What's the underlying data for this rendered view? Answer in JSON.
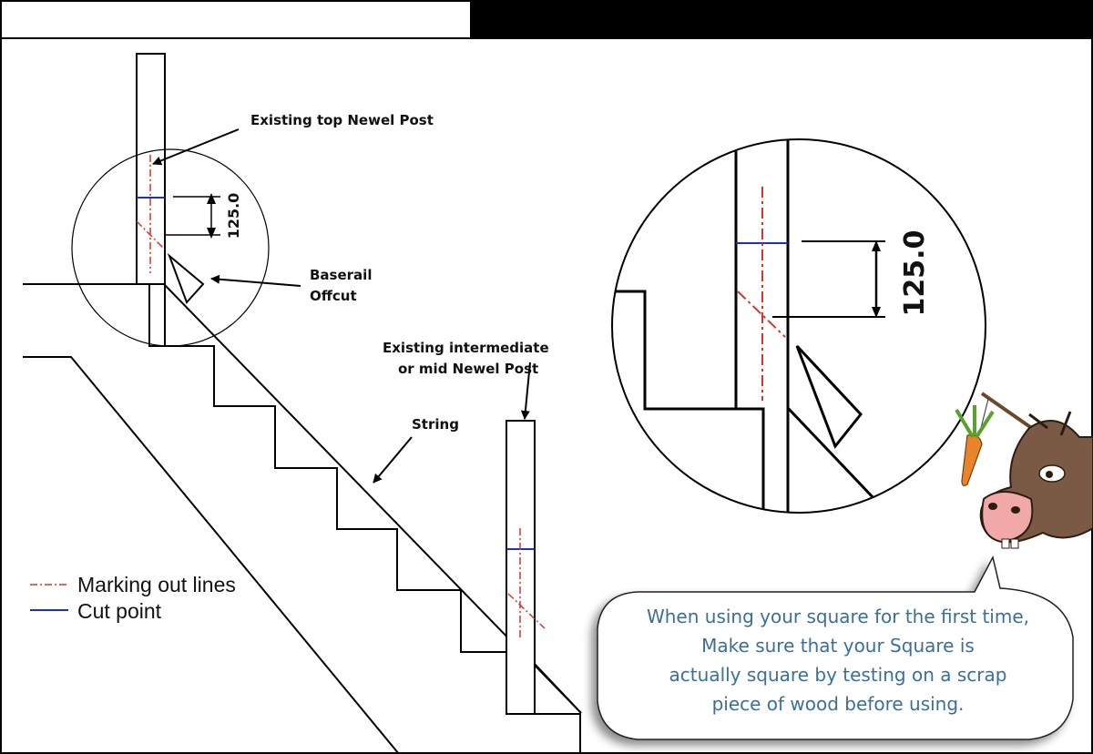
{
  "labels": {
    "top_newel": "Existing top Newel Post",
    "baserail_line1": "Baserail",
    "baserail_line2": "Offcut",
    "mid_newel_line1": "Existing intermediate",
    "mid_newel_line2": "or mid Newel Post",
    "string": "String"
  },
  "dimension": {
    "value": "125.0"
  },
  "legend": {
    "marking": "Marking out lines",
    "cut": "Cut point"
  },
  "tip": {
    "lines": [
      "When using your square for the first time,",
      "Make sure that your Square is",
      "actually square by testing on a scrap",
      "piece of wood before using."
    ]
  },
  "colors": {
    "marking_line": "#d9342b",
    "cut_line": "#1a2fc9",
    "tip_text": "#3a6f9a",
    "carrot": "#e8842c",
    "donkey": "#7a5a45"
  }
}
